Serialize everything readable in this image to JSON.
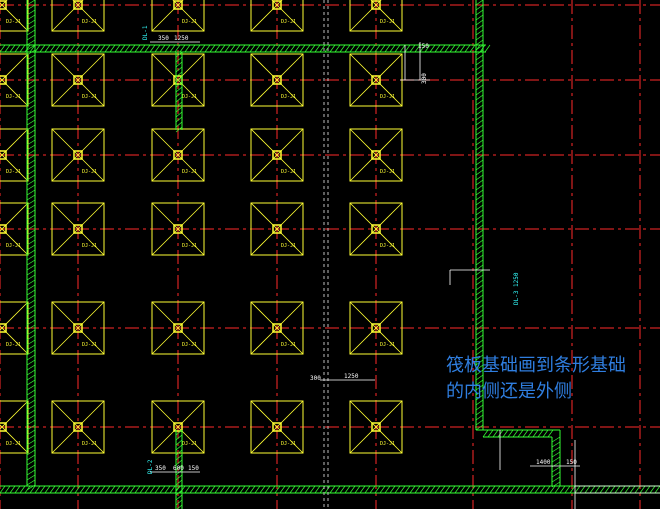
{
  "drawing": {
    "colors": {
      "background": "#000000",
      "axis": "#ff2a2a",
      "pad": "#ffff33",
      "wall": "#33ff33",
      "dim": "#ffffff",
      "text": "#2f7ee0",
      "label": "#33ffff"
    },
    "pad_label": "DJ-J1",
    "dim_labels": {
      "top_350": "350",
      "top_1250": "1250",
      "right_300": "300",
      "right_150": "150",
      "mid_300": "300",
      "mid_1250": "1250",
      "low_350": "350",
      "low_600": "600",
      "low_150": "150",
      "br_1400": "1400",
      "br_150": "150"
    },
    "wall_labels": {
      "top_left": "DL-1",
      "bottom_left": "DL-2",
      "right_vertical": "DL-3 1250"
    }
  },
  "question": {
    "line1": "筏板基础画到条形基础",
    "line2": "的内侧还是外侧"
  }
}
